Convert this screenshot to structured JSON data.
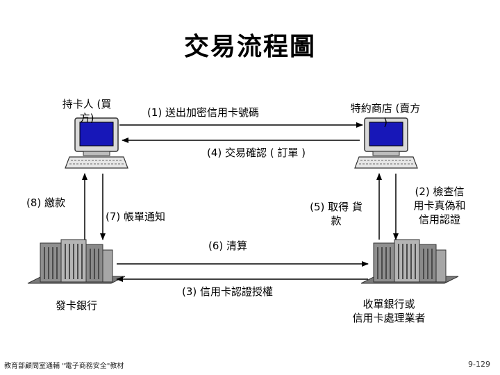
{
  "title": "交易流程圖",
  "nodes": {
    "cardholder": {
      "line1": "持卡人 (買",
      "line2": "方)"
    },
    "merchant": {
      "line1": "特約商店 (賣方",
      "line2": ")"
    },
    "issuer": {
      "label": "發卡銀行"
    },
    "acquirer": {
      "line1": "收單銀行或",
      "line2": "信用卡處理業者"
    }
  },
  "steps": {
    "s1": "(1) 送出加密信用卡號碼",
    "s2": {
      "line1": "(2) 檢查信",
      "line2": "用卡真偽和",
      "line3": "信用認證"
    },
    "s3": "(3) 信用卡認證授權",
    "s4": "(4) 交易確認 ( 訂單 )",
    "s5": {
      "line1": "(5) 取得 貨",
      "line2": "款"
    },
    "s6": "(6) 清算",
    "s7": "(7) 帳單通知",
    "s8": "(8) 繳款"
  },
  "footer": {
    "left": "教育部顧問室通輔 \"電子商務安全\"教材",
    "right": "9-129"
  }
}
